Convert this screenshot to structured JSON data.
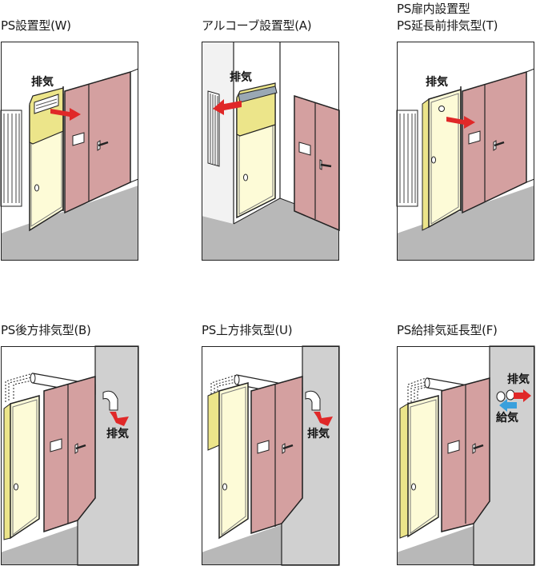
{
  "titles": [
    "PS設置型(W)",
    "アルコーブ設置型(A)",
    "PS扉内設置型",
    "PS延長前排気型(T)",
    "PS後方排気型(B)",
    "PS上方排気型(U)",
    "PS給排気延長型(F)"
  ],
  "labels": {
    "exhaust": "排気",
    "intake": "給気"
  },
  "colors": {
    "door": "#d4a0a0",
    "ps_panel": "#fdfbd7",
    "heater": "#ece58a",
    "wall_grey": "#d0d0d0",
    "floor_grey": "#b8b8b8",
    "exhaust_arrow": "#e02828",
    "intake_arrow": "#3aa0dc"
  }
}
